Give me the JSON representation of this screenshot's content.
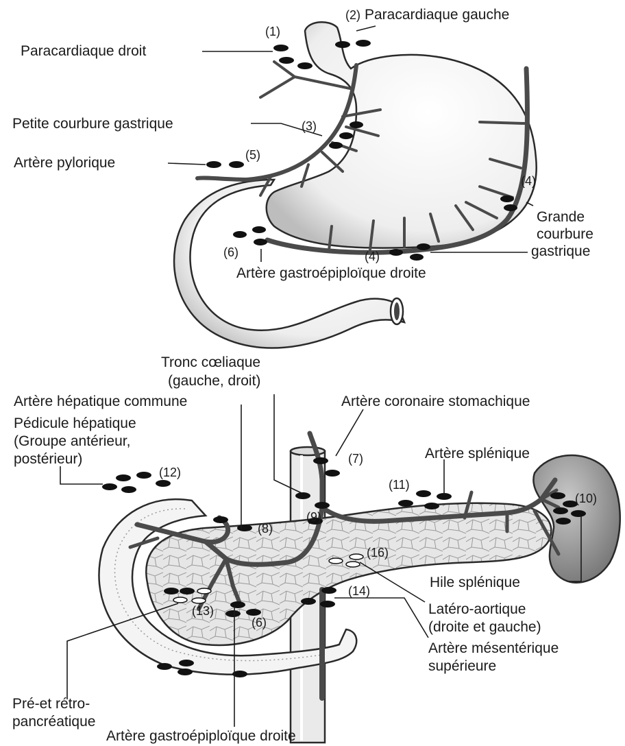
{
  "diagram": {
    "top": {
      "labels": {
        "paracardiaque_droit": "Paracardiaque droit",
        "paracardiaque_gauche": "Paracardiaque gauche",
        "petite_courbure": "Petite courbure gastrique",
        "artere_pylorique": "Artère pylorique",
        "grande_courbure_1": "Grande",
        "grande_courbure_2": "courbure",
        "grande_courbure_3": "gastrique",
        "artere_gastroepiploique": "Artère gastroépiploïque droite"
      },
      "numbers": {
        "n1": "(1)",
        "n2": "(2)",
        "n3": "(3)",
        "n4a": "(4)",
        "n4b": "(4)",
        "n5": "(5)",
        "n6": "(6)"
      }
    },
    "bottom": {
      "labels": {
        "tronc_1": "Tronc cœliaque",
        "tronc_2": "(gauche, droit)",
        "hepatique_commune": "Artère hépatique commune",
        "coronaire": "Artère coronaire stomachique",
        "pedicule_1": "Pédicule hépatique",
        "pedicule_2": "(Groupe antérieur,",
        "pedicule_3": "postérieur)",
        "splenique": "Artère splénique",
        "hile": "Hile splénique",
        "latero_1": "Latéro-aortique",
        "latero_2": "(droite et gauche)",
        "mesenterique_1": "Artère mésentérique",
        "mesenterique_2": "supérieure",
        "pre_retro_1": "Pré-et rétro-",
        "pre_retro_2": "pancréatique",
        "gastroepiploique": "Artère gastroépiploïque droite"
      },
      "numbers": {
        "n7": "(7)",
        "n8": "(8)",
        "n9": "(9)",
        "n10": "(10)",
        "n11": "(11)",
        "n12": "(12)",
        "n13": "(13)",
        "n14": "(14)",
        "n16": "(16)",
        "n6": "(6)"
      }
    },
    "colors": {
      "organ_fill": "#f2f2f2",
      "organ_outline": "#2a2a2a",
      "vessel": "#4a4a4a",
      "lymph_node": "#111111",
      "pancreas_fill": "#e4e4e4",
      "spleen_fill": "#8c8c8c"
    }
  }
}
